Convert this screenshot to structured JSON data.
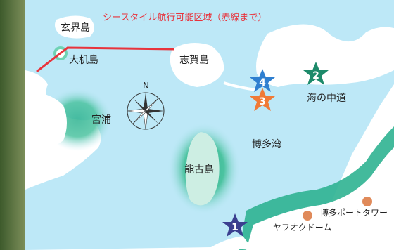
{
  "route_label": "シースタイル航行可能区域（赤線まで）",
  "places": {
    "genkai": "玄界島",
    "oogi": "大机島",
    "shika": "志賀島",
    "miyaura": "宮浦",
    "nokono": "能古島",
    "hakata_bay": "博多湾",
    "uminonakamichi": "海の中道",
    "hakata_port_tower": "博多ポートタワー",
    "yafuoku_dome": "ヤフオクドーム"
  },
  "compass": {
    "north": "N"
  },
  "markers": [
    {
      "number": "1",
      "color": "#3b3f8f"
    },
    {
      "number": "2",
      "color": "#1d8a6a"
    },
    {
      "number": "3",
      "color": "#f07a36"
    },
    {
      "number": "4",
      "color": "#2f7fd0"
    }
  ],
  "colors": {
    "sea": "#bde8f7",
    "land": "#ffffff",
    "coast_glow": "#2fb391",
    "route": "#e8333c",
    "poi": "#e08a5a"
  }
}
